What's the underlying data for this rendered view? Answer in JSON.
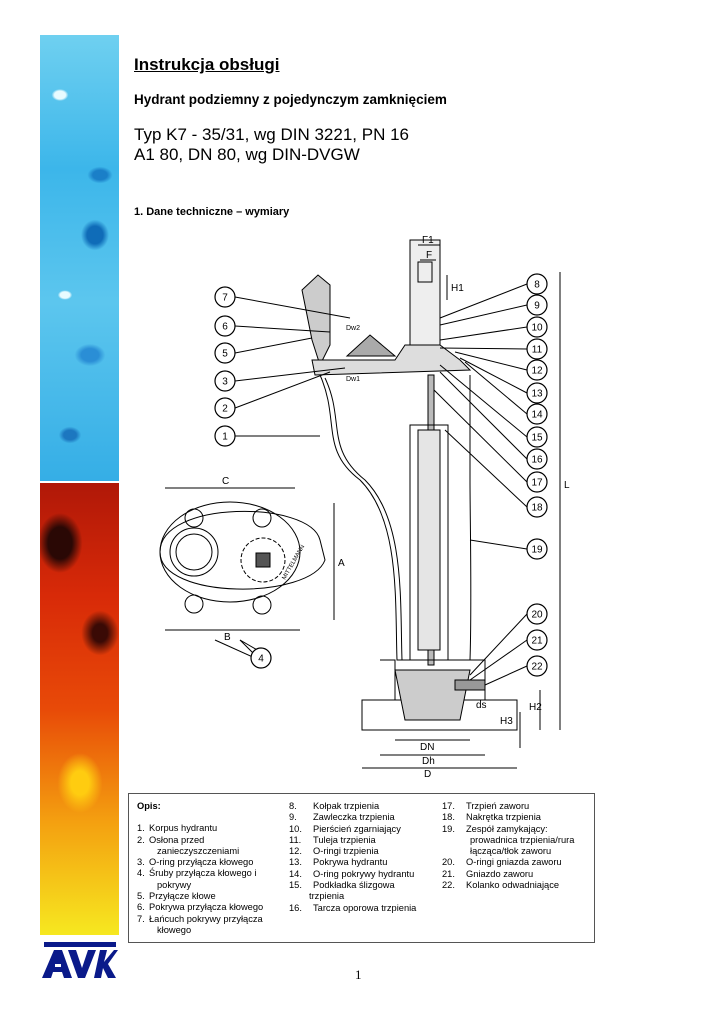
{
  "title": "Instrukcja obsługi",
  "subtitle": "Hydrant podziemny z pojedynczym zamknięciem",
  "type_line1": "Typ K7 - 35/31, wg DIN 3221, PN 16",
  "type_line2": "A1 80, DN 80, wg DIN-DVGW",
  "section": "1. Dane techniczne – wymiary",
  "diagram": {
    "callouts": [
      "1",
      "2",
      "3",
      "4",
      "5",
      "6",
      "7",
      "8",
      "9",
      "10",
      "11",
      "12",
      "13",
      "14",
      "15",
      "16",
      "17",
      "18",
      "19",
      "20",
      "21",
      "22"
    ],
    "dims": {
      "F1": "F1",
      "F": "F",
      "H1": "H1",
      "L": "L",
      "C": "C",
      "A": "A",
      "B": "B",
      "DN": "DN",
      "Dh": "Dh",
      "D": "D",
      "ds": "ds",
      "H2": "H2",
      "H3": "H3",
      "Dw1": "Dw1",
      "Dw2": "Dw2",
      "maker": "MITTELMANN"
    }
  },
  "legend": {
    "heading": "Opis:",
    "col1": [
      {
        "n": "1.",
        "t": "Korpus hydrantu"
      },
      {
        "n": "2.",
        "t": "Osłona przed",
        "c": "zanieczyszczeniami"
      },
      {
        "n": "3.",
        "t": "O-ring przyłącza kłowego"
      },
      {
        "n": "4.",
        "t": "Śruby przyłącza kłowego i",
        "c": "pokrywy"
      },
      {
        "n": "5.",
        "t": "Przyłącze kłowe"
      },
      {
        "n": "6.",
        "t": "Pokrywa przyłącza kłowego"
      },
      {
        "n": "7.",
        "t": "Łańcuch pokrywy przyłącza",
        "c": "kłowego"
      }
    ],
    "col2": [
      {
        "n": "8.",
        "t": "Kołpak trzpienia"
      },
      {
        "n": "9.",
        "t": "Zawleczka trzpienia"
      },
      {
        "n": "10.",
        "t": "Pierścień zgarniający"
      },
      {
        "n": "11.",
        "t": "Tuleja trzpienia"
      },
      {
        "n": "12.",
        "t": "O-ringi trzpienia"
      },
      {
        "n": "13.",
        "t": "Pokrywa hydrantu"
      },
      {
        "n": "14.",
        "t": "O-ring pokrywy hydrantu"
      },
      {
        "n": "15.",
        "t": "Podkładka ślizgowa",
        "c": "trzpienia"
      },
      {
        "n": "16.",
        "t": "Tarcza oporowa trzpienia"
      }
    ],
    "col3": [
      {
        "n": "17.",
        "t": "Trzpień zaworu"
      },
      {
        "n": "18.",
        "t": "Nakrętka trzpienia"
      },
      {
        "n": "19.",
        "t": "Zespół zamykający:",
        "c": "prowadnica trzpienia/rura",
        "c2": "łącząca/tłok zaworu"
      },
      {
        "n": "20.",
        "t": "O-ringi gniazda zaworu"
      },
      {
        "n": "21.",
        "t": "Gniazdo zaworu"
      },
      {
        "n": "22.",
        "t": "Kolanko odwadniające"
      }
    ]
  },
  "logo": "AVK",
  "page_number": "1",
  "colors": {
    "logo": "#0a1a8a"
  }
}
